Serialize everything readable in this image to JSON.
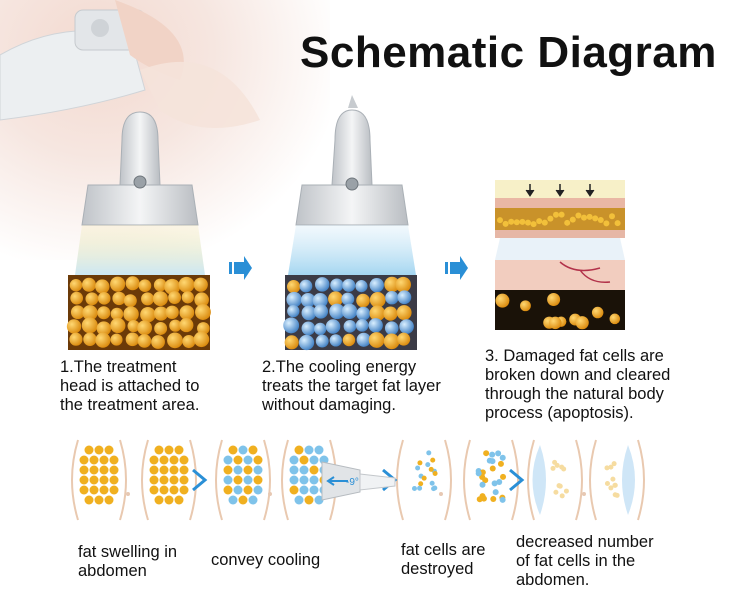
{
  "title": "Schematic Diagram",
  "steps": [
    {
      "lines": [
        "1.The treatment",
        "head is attached to",
        "the treatment area."
      ]
    },
    {
      "lines": [
        "2.The cooling energy",
        "treats the target fat layer",
        "without damaging."
      ]
    },
    {
      "lines": [
        "3. Damaged fat cells are",
        "broken down and cleared",
        "through the natural body",
        "process (apoptosis)."
      ]
    }
  ],
  "bottom_labels": [
    {
      "lines": [
        "fat swelling in",
        "abdomen"
      ]
    },
    {
      "lines": [
        "convey cooling"
      ]
    },
    {
      "lines": [
        "fat cells are",
        "destroyed"
      ]
    },
    {
      "lines": [
        "decreased number",
        "of fat cells in the",
        "abdomen."
      ]
    }
  ],
  "cooling_readout": "-9°",
  "colors": {
    "fat": "#f0b020",
    "cold": "#7fc3ea",
    "arrow": "#2a8fd6",
    "skin": "#e9c9b0"
  }
}
